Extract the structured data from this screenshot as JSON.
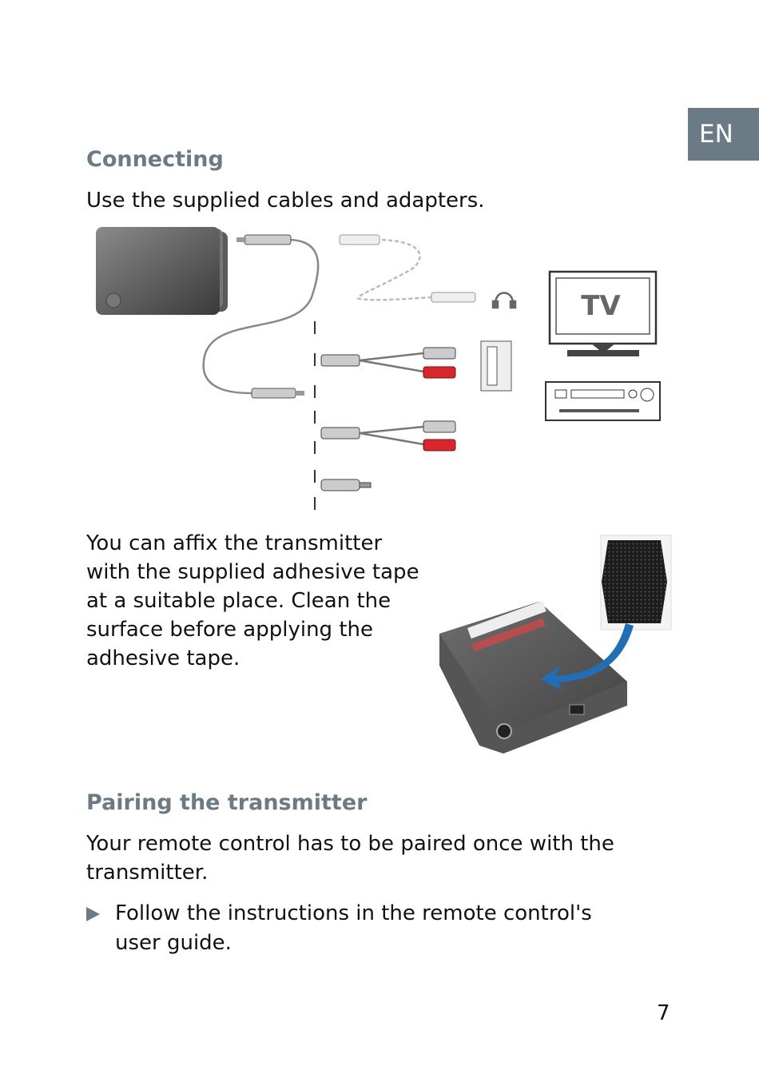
{
  "lang_tab": "EN",
  "section1": {
    "heading": "Connecting",
    "intro": "Use the supplied cables and adapters."
  },
  "illustration_cables": {
    "tv_label": "TV",
    "icons": [
      "transmitter-icon",
      "headphones-icon",
      "tv-icon",
      "stereo-receiver-icon",
      "scart-adapter-icon",
      "rca-cable-icon",
      "jack-adapter-icon"
    ]
  },
  "affix_text": {
    "lines": [
      "You can affix the transmitter",
      "with the supplied adhesive tape",
      "at a suitable place. Clean the",
      "surface before applying the",
      "adhesive tape."
    ]
  },
  "section2": {
    "heading": "Pairing the transmitter",
    "body_lines": [
      "Your remote control has to be paired once with the",
      "transmitter."
    ],
    "bullet_lines": [
      "Follow the instructions in the remote control's",
      "user guide."
    ]
  },
  "colors": {
    "accent": "#6b7b86",
    "rca_red": "#d9262b"
  },
  "page_number": "7"
}
